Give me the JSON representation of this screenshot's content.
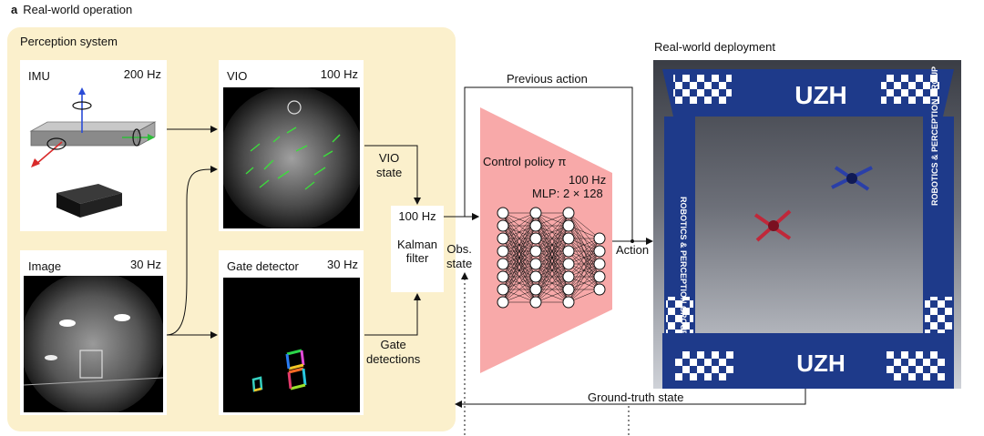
{
  "header": {
    "panel_letter": "a",
    "title": "Real-world operation"
  },
  "perception": {
    "title": "Perception system",
    "imu": {
      "label": "IMU",
      "rate": "200 Hz"
    },
    "vio": {
      "label": "VIO",
      "rate": "100 Hz"
    },
    "image": {
      "label": "Image",
      "rate": "30 Hz"
    },
    "gate_detector": {
      "label": "Gate detector",
      "rate": "30 Hz"
    }
  },
  "signals": {
    "vio_state": [
      "VIO",
      "state"
    ],
    "gate_detections": [
      "Gate",
      "detections"
    ],
    "obs_state": [
      "Obs.",
      "state"
    ],
    "action": "Action",
    "previous_action": "Previous action",
    "ground_truth_state": "Ground-truth state"
  },
  "kalman": {
    "rate": "100 Hz",
    "label": [
      "Kalman",
      "filter"
    ]
  },
  "policy": {
    "title": "Control policy π",
    "rate": "100 Hz",
    "arch": "MLP: 2 × 128"
  },
  "deployment": {
    "title": "Real-world deployment",
    "gate_text": "UZH",
    "banner_text": "ROBOTICS & PERCEPTION GROUP"
  },
  "colors": {
    "panel_bg": "#fbf0cc",
    "policy_fill": "#f8a9a9",
    "gate_blue": "#1e3a8a"
  }
}
